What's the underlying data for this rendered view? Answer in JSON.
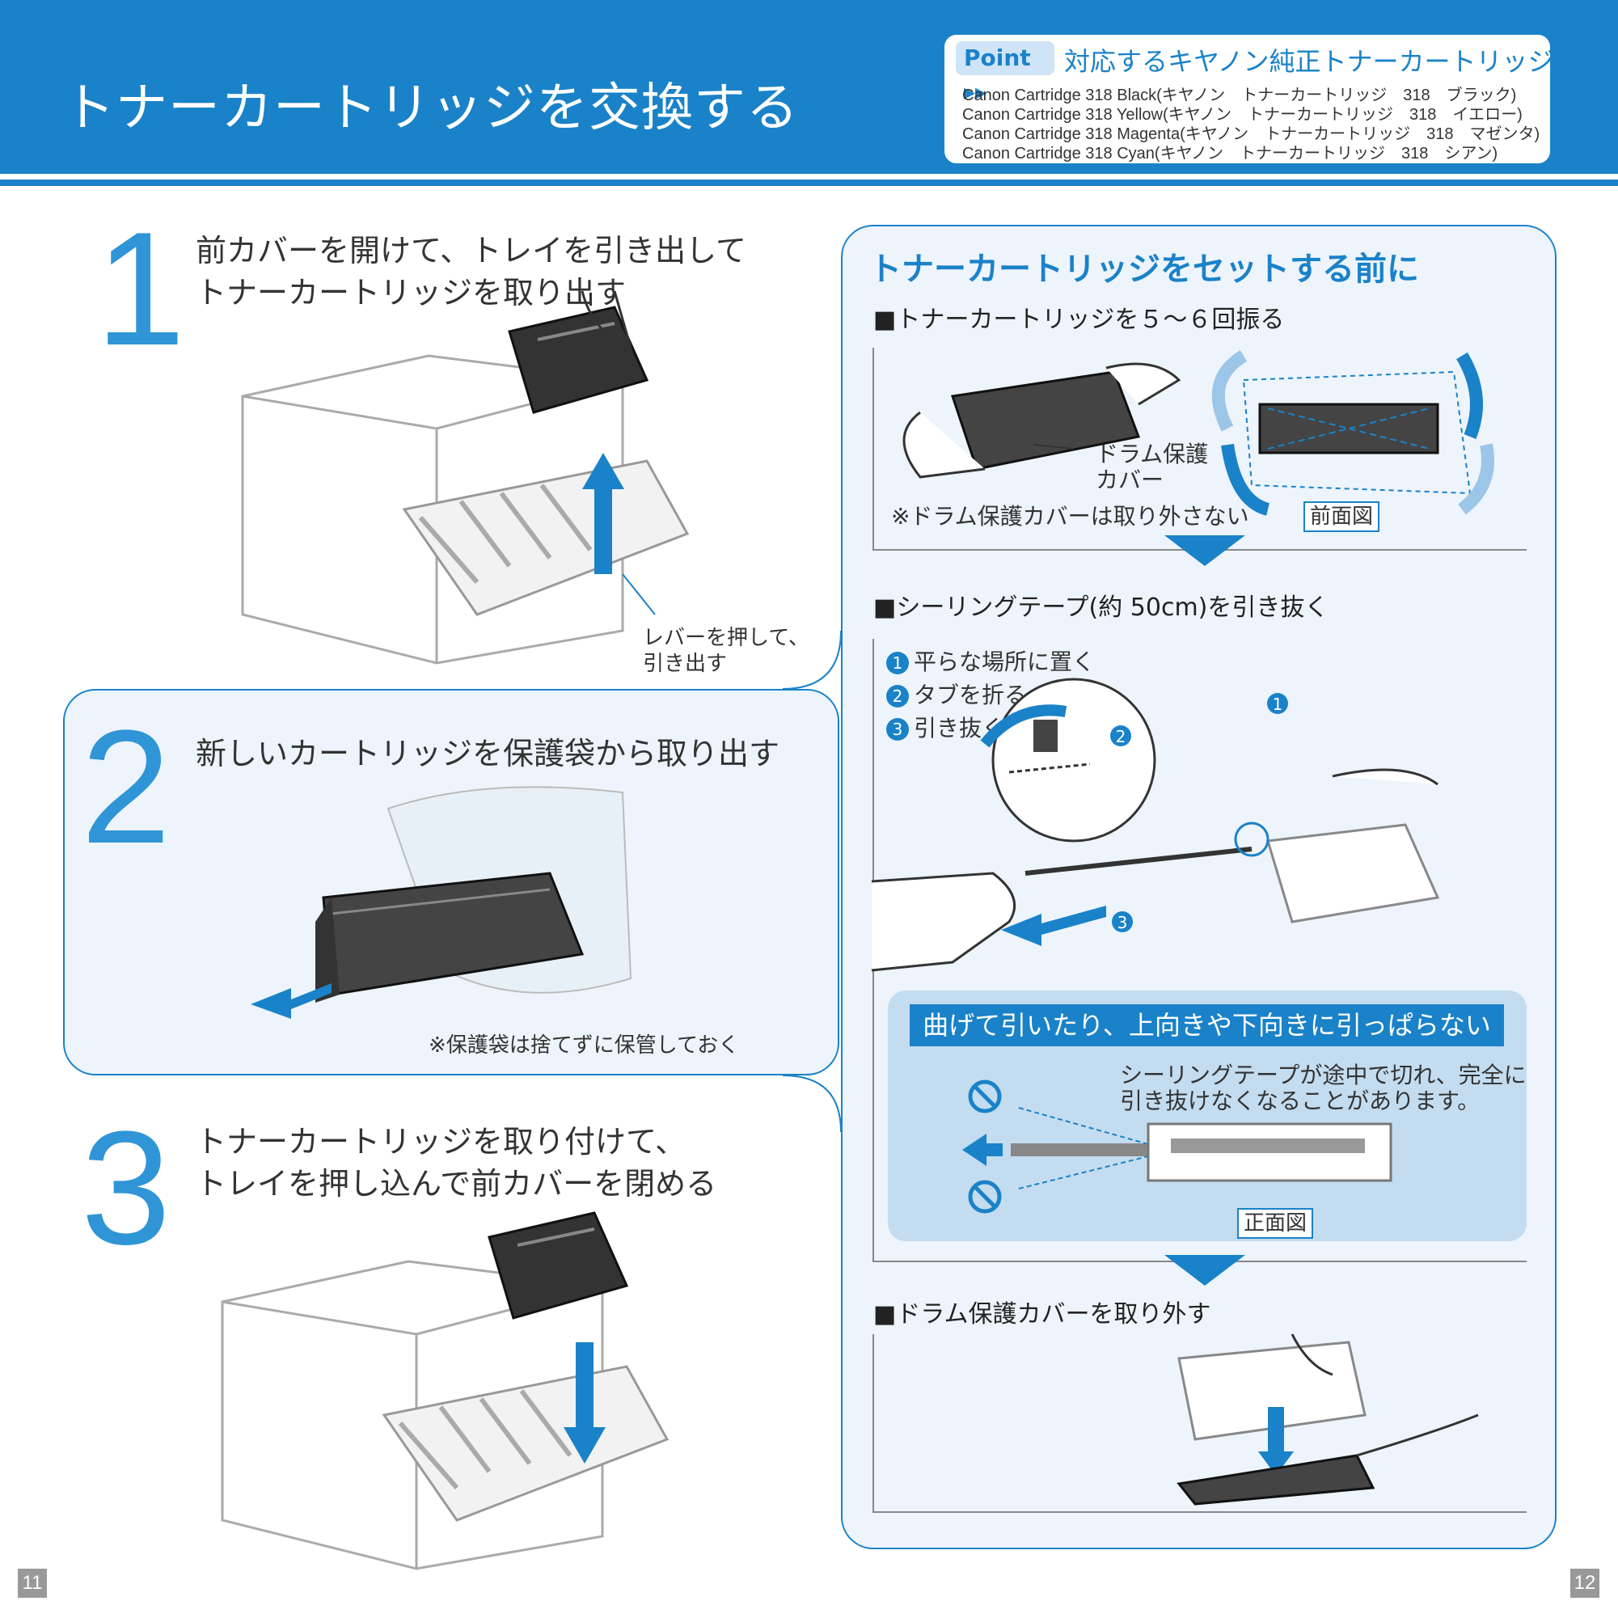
{
  "header": {
    "title": "トナーカートリッジを交換する",
    "point_tag": "Point",
    "point_heading": "対応するキヤノン純正トナーカートリッジ",
    "cartridges": [
      "Canon Cartridge 318 Black(キヤノン　トナーカートリッジ　318　ブラック)",
      "Canon Cartridge 318 Yellow(キヤノン　トナーカートリッジ　318　イエロー)",
      "Canon Cartridge 318 Magenta(キヤノン　トナーカートリッジ　318　マゼンタ)",
      "Canon Cartridge 318 Cyan(キヤノン　トナーカートリッジ　318　シアン)"
    ]
  },
  "steps": [
    {
      "number": "1",
      "line1": "前カバーを開けて、トレイを引き出して",
      "line2": "トナーカートリッジを取り出す",
      "note": "レバーを押して、",
      "note2": "引き出す"
    },
    {
      "number": "2",
      "line1": "新しいカートリッジを保護袋から取り出す",
      "note": "※保護袋は捨てずに保管しておく"
    },
    {
      "number": "3",
      "line1": "トナーカートリッジを取り付けて、",
      "line2": "トレイを押し込んで前カバーを閉める"
    }
  ],
  "right_panel": {
    "title": "トナーカートリッジをセットする前に",
    "shake": {
      "heading": "■トナーカートリッジを５～６回振る",
      "drum_label1": "ドラム保護",
      "drum_label2": "カバー",
      "note": "※ドラム保護カバーは取り外さない",
      "view_label": "前面図"
    },
    "seal": {
      "heading": "■シーリングテープ(約 50cm)を引き抜く",
      "steps": [
        {
          "n": "1",
          "text": "平らな場所に置く"
        },
        {
          "n": "2",
          "text": "タブを折る"
        },
        {
          "n": "3",
          "text": "引き抜く"
        }
      ]
    },
    "warning": {
      "title": "曲げて引いたり、上向きや下向きに引っぱらない",
      "text1": "シーリングテープが途中で切れ、完全に",
      "text2": "引き抜けなくなることがあります。",
      "view_label": "正面図"
    },
    "drum": {
      "heading": "■ドラム保護カバーを取り外す"
    }
  },
  "page_numbers": {
    "left": "11",
    "right": "12"
  },
  "colors": {
    "accent": "#1a82c8",
    "panel": "#edf4fb",
    "warn_bg": "#c3dcf0",
    "step_number": "#2f95d6"
  }
}
